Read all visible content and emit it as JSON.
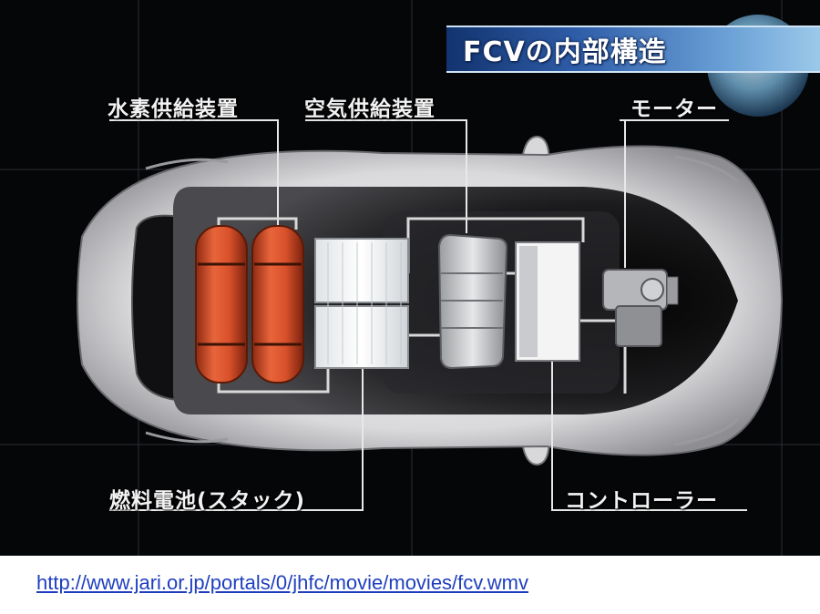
{
  "title": "FCVの内部構造",
  "labels": {
    "hydrogen_supply": "水素供給装置",
    "air_supply": "空気供給装置",
    "motor": "モーター",
    "fuel_cell_stack": "燃料電池(スタック)",
    "controller": "コントローラー"
  },
  "source_url": "http://www.jari.or.jp/portals/0/jhfc/movie/movies/fcv.wmv",
  "colors": {
    "background": "#050608",
    "hydrogen_tank": "#d6502e",
    "car_body": "#e8e8ea",
    "link": "#1f3fbf"
  }
}
